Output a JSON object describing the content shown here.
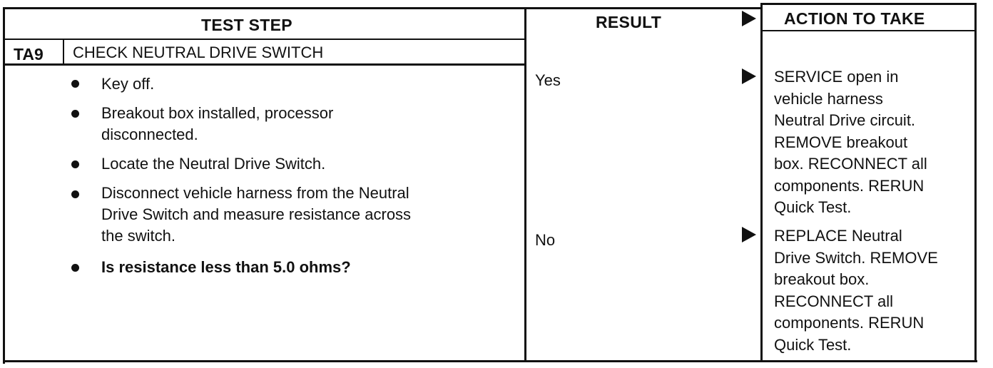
{
  "table": {
    "headers": {
      "test_step": "TEST STEP",
      "result": "RESULT",
      "action": "ACTION TO TAKE"
    },
    "step_id": "TA9",
    "step_title": "CHECK NEUTRAL DRIVE SWITCH",
    "bullets": [
      "Key off.",
      "Breakout box installed, processor\ndisconnected.",
      "Locate the Neutral Drive Switch.",
      "Disconnect vehicle harness from the Neutral\nDrive Switch and measure resistance across\nthe switch.",
      "Is resistance less than 5.0 ohms?"
    ],
    "results": [
      {
        "label": "Yes",
        "action": "SERVICE open in\nvehicle harness\nNeutral Drive circuit.\nREMOVE breakout\nbox. RECONNECT all\ncomponents. RERUN\nQuick Test."
      },
      {
        "label": "No",
        "action": "REPLACE Neutral\nDrive Switch. REMOVE\nbreakout box.\nRECONNECT all\ncomponents. RERUN\nQuick Test."
      }
    ]
  }
}
